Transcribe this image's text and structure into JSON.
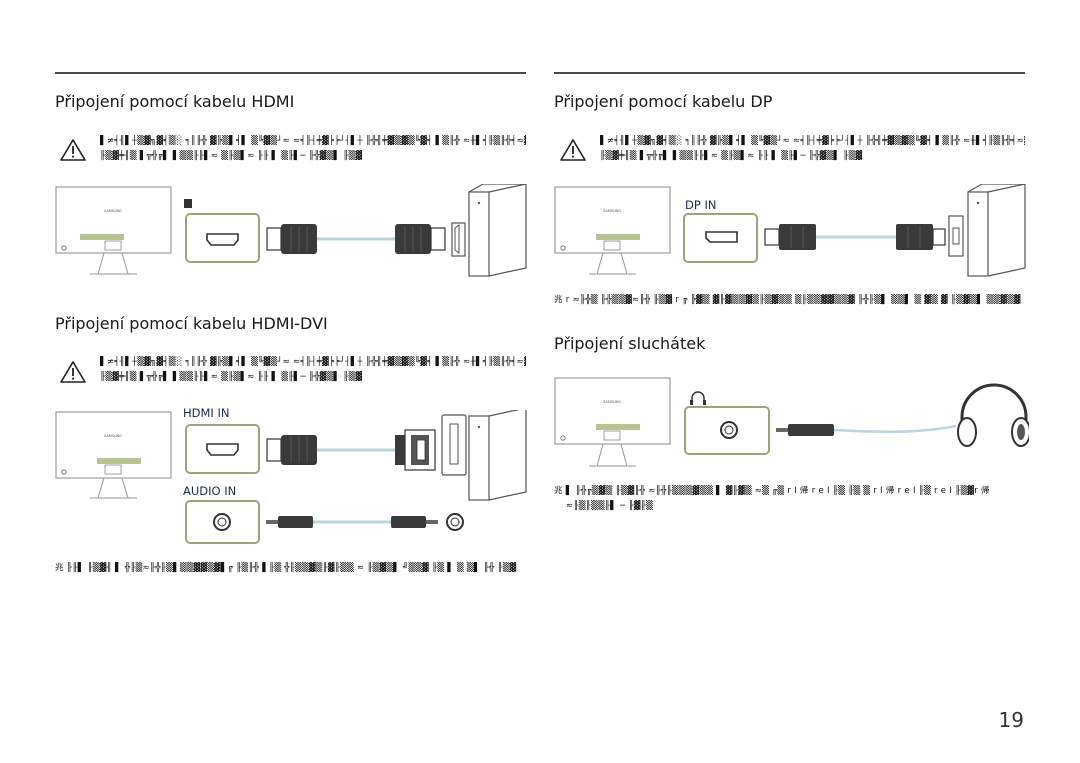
{
  "page": {
    "number": "19"
  },
  "sections": {
    "hdmi": {
      "title": "Připojení pomocí kabelu HDMI",
      "warning": [
        "▌≠╡╢▌┼▒▓╗▓╡▒░ ╕║╟╬ ▓╠▒▌╡▌ ▒╚▓▒┘≈ ≈╡╟┤╪▓╞╞┘┤▌┼ ╟╬╣╪▓▒▓▒╚▓╡ ▌▒╟╬ ≈╫▌╡╟▒╟╬╡≈▓╟╟",
        "╟▒▓╪╢▒ ▌╦╬╔▌ ▌▒▒╟╟▌≈ ▒╟▒▌≈ ╟╟ ▌ ▒╟▌─ ╟╬▓▒▌ ╟▒▓"
      ],
      "port_glyph": "▮"
    },
    "hdmi_dvi": {
      "title": "Připojení pomocí kabelu HDMI-DVI",
      "warning": [
        "▌≠╡╢▌┼▒▓╗▓╡▒░ ╕║╟╬ ▓╠▒▌╡▌ ▒╚▓▒┘≈ ≈╡╟┤╪▓╞╞┘┤▌┼ ╟╬╣╪▓▒▓▒╚▓╡ ▌▒╟╬ ≈╫▌╡╟▒╟╬╡≈▓╟╟",
        "╟▒▓╪╢▒ ▌╦╬╔▌ ▌▒▒╟╟▌≈ ▒╟▒▌≈ ╟╟ ▌ ▒╟▌─ ╟╬▓▒▌ ╟▒▓"
      ],
      "hdmi_in_label": "HDMI IN",
      "audio_in_label": "AUDIO IN",
      "note": "兆 ╟╟▌ ╟▒▓╢ ▌ ╬╟▒≈╟╬╟▒▌▒▒▓▓▒▓▌╔ ╟▒╟╬ ▌╟▒ ╬╟▒▒▓▒╟▓╟▒▒ ≈ ╟▒▓▒▌ ╝▒▒▓ ╟▒ ▌ ▒ ▒▌ ╟╬ ╟▒▓"
    },
    "dp": {
      "title": "Připojení pomocí kabelu DP",
      "warning": [
        "▌≠╡╢▌┼▒▓╗▓╡▒░ ╕║╟╬ ▓╠▒▌╡▌ ▒╚▓▒┘≈ ≈╡╟┤╪▓╞╞┘┤▌┼ ╟╬╣╪▓▒▓▒╚▓╡ ▌▒╟╬ ≈╫▌╡╟▒╟╬╡≈▓╟╟",
        "╟▒▓╪╢▒ ▌╦╬╔▌ ▌▒▒╟╟▌≈ ▒╟▒▌≈ ╟╟ ▌ ▒╟▌─ ╟╬▓▒▌ ╟▒▓"
      ],
      "dp_in_label": "DP IN",
      "note": "兆 r ≈╟╬▒ ╟╬▒▒▓≈╟╬ ╟▒▓ r ╔ ╠▓▒ ▓╟▓▒▒▓▒╟▒▓▒▒ ▒╟▒▒▓▓▒▒▓ ╟╬╟▒▌ ▒▒▌ ▒ ▓▒ ▓ ╟▒▓▒▌ ▒▒▓▒▓"
    },
    "headphones": {
      "title": "Připojení sluchátek",
      "headphone_glyph": "∩",
      "note": [
        "兆 ▌ ╟╬╔▒▓▒ ╟▒▓╟╬ ≈╟╬╟▒▒▒▓▒▒ ▌ ▓╟▓▒ ≈▒ ╔▒ r I 帰 r e I ╟▒ ╟▒ ▒ r I 帰 r e I ╟▒ r e I ╟▒▓r 帰",
        "≈╟▒╟▒▒╟▌ ─ ╟▓╟▒"
      ]
    }
  },
  "brand_mark": "SAMSUNG",
  "colors": {
    "rule": "#4a4a4a",
    "port_box_border": "#9aa67a",
    "cable_light": "#b9d6dc",
    "plug_dark": "#3a3a3a",
    "label_blue": "#1a2e4a"
  },
  "icons": [
    "warning-icon",
    "hdmi-port-icon",
    "dp-port-icon",
    "audio-port-icon",
    "headphones-icon",
    "monitor-icon",
    "pc-tower-icon",
    "hdmi-plug-icon",
    "dvi-plug-icon",
    "dp-plug-icon",
    "audio-plug-icon"
  ]
}
